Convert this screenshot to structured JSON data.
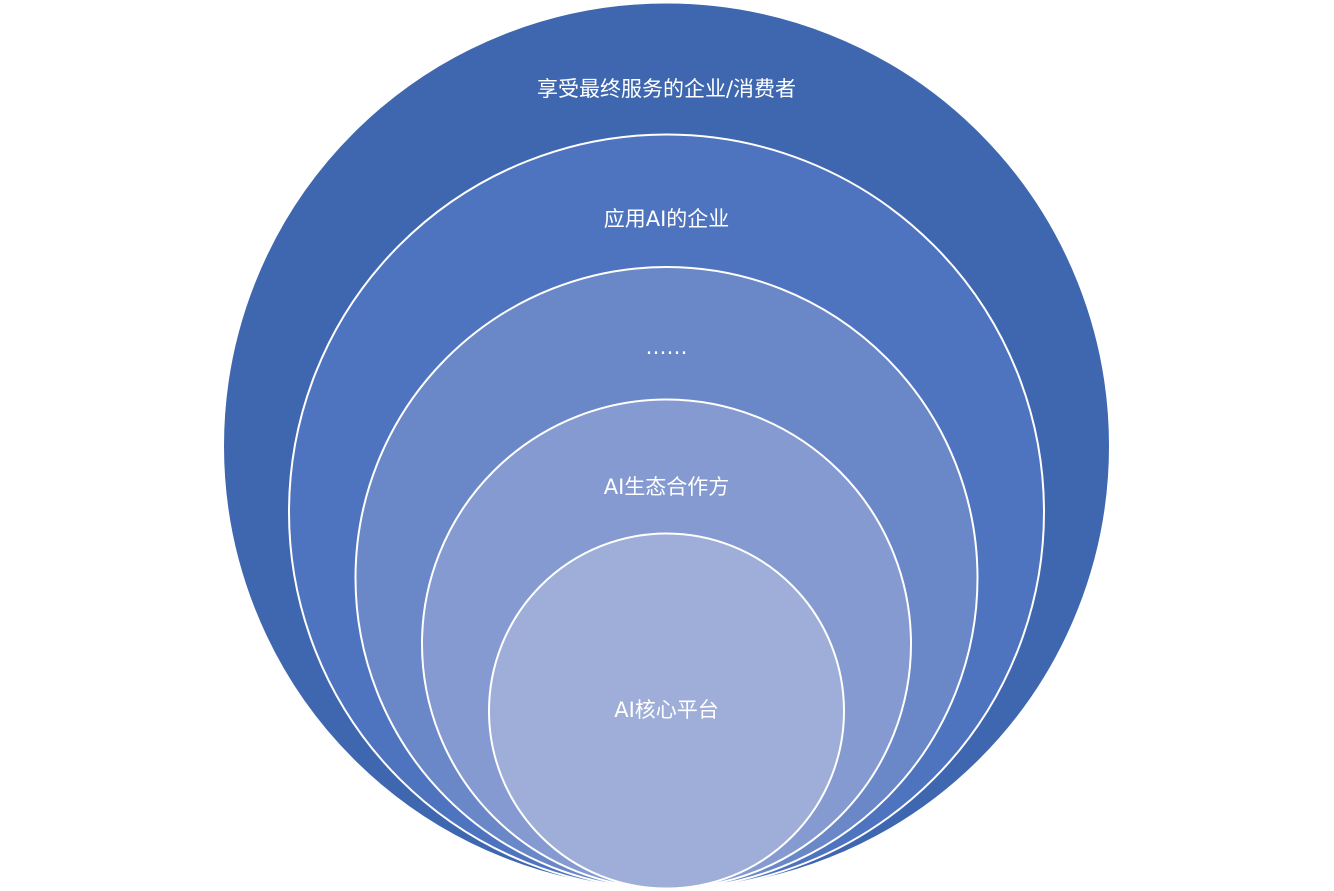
{
  "diagram": {
    "type": "nested-circles",
    "rings": [
      {
        "label": "享受最终服务的企业/消费者",
        "color": "#3f67b0"
      },
      {
        "label": "应用AI的企业",
        "color": "#4f74bf"
      },
      {
        "label": "……",
        "color": "#6a87c7"
      },
      {
        "label": "AI生态合作方",
        "color": "#859ad0"
      },
      {
        "label": "AI核心平台",
        "color": "#9eaed8"
      }
    ],
    "outline_color": "#ffffff"
  }
}
